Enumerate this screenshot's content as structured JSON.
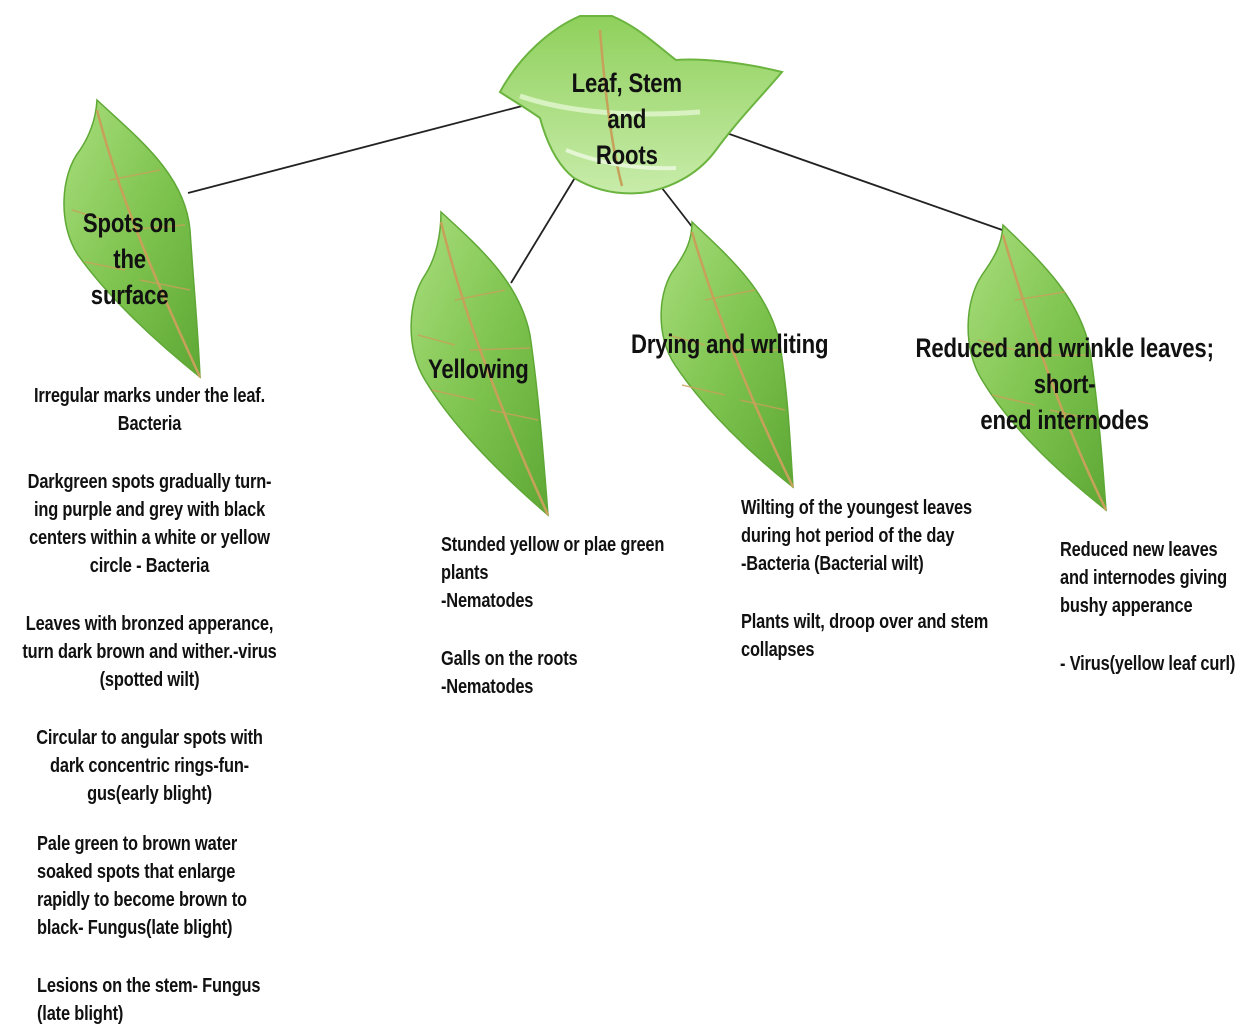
{
  "root": {
    "label": "Leaf, Stem and\nRoots"
  },
  "branches": [
    {
      "id": "spots",
      "label": "Spots on the\nsurface",
      "descriptions": [
        "Irregular marks under the leaf.\nBacteria",
        "Darkgreen spots gradually turn-\ning purple and grey with black\ncenters within a white or yellow\ncircle  - Bacteria",
        "Leaves with bronzed apperance,\nturn dark brown and wither.-virus\n(spotted wilt)",
        "Circular to angular spots with\ndark concentric rings-fun-\ngus(early blight)",
        "Pale green to brown water\nsoaked spots that enlarge\nrapidly to become brown to\nblack- Fungus(late blight)",
        "Lesions on the stem- Fungus\n(late blight)"
      ]
    },
    {
      "id": "yellowing",
      "label": "Yellowing",
      "descriptions": [
        "Stunded yellow or plae green\nplants\n-Nematodes",
        "Galls on the roots\n-Nematodes"
      ]
    },
    {
      "id": "drying",
      "label": "Drying and wrliting",
      "descriptions": [
        "Wilting of the youngest leaves\nduring hot period of the day\n-Bacteria (Bacterial wilt)",
        "Plants wilt, droop over and stem\ncollapses"
      ]
    },
    {
      "id": "reduced",
      "label": "Reduced and wrinkle leaves; short-\nened internodes",
      "descriptions": [
        "Reduced new leaves\nand internodes giving\nbushy apperance",
        "- Virus(yellow leaf curl)"
      ]
    }
  ],
  "colors": {
    "leaf_fill": "#8ccf5a",
    "leaf_light": "#b6e38a",
    "leaf_dark": "#5fa836",
    "vein": "#c7a15a",
    "connector": "#222222"
  }
}
